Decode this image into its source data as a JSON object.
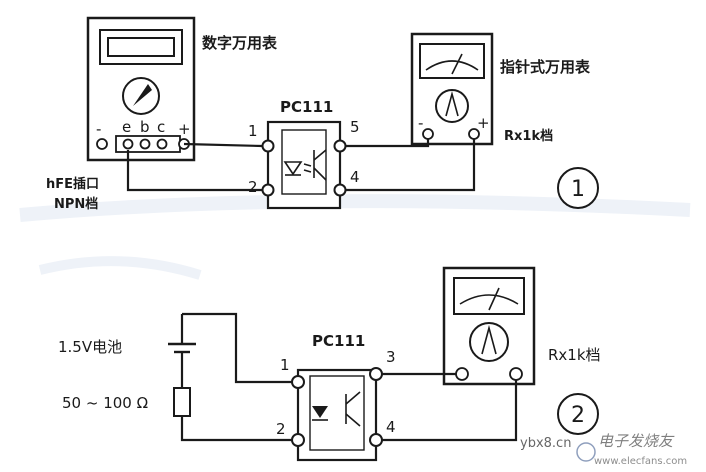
{
  "circuit1": {
    "digital_meter_label": "数字万用表",
    "terminals": [
      "-",
      "e",
      "b",
      "c",
      "+"
    ],
    "hfe_label": "hFE插口",
    "npn_label": "NPN档",
    "chip_label": "PC111",
    "pins": [
      "1",
      "2",
      "5",
      "4"
    ],
    "analog_meter_label": "指针式万用表",
    "analog_terminals": [
      "-",
      "+"
    ],
    "range_label": "Rx1k档",
    "circle_number": "1"
  },
  "circuit2": {
    "battery_label": "1.5V电池",
    "resistor_label": "50 ~ 100 Ω",
    "chip_label": "PC111",
    "pins": [
      "1",
      "2",
      "3",
      "4"
    ],
    "range_label": "Rx1k档",
    "circle_number": "2"
  },
  "watermark": {
    "site": "ybx8.cn",
    "brand": "电子发烧友",
    "url": "www.elecfans.com"
  }
}
